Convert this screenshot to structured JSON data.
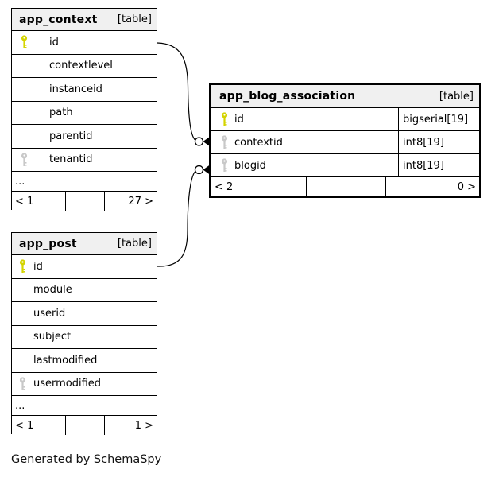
{
  "page": {
    "footer_note": "Generated by SchemaSpy"
  },
  "colors": {
    "primary_key": "#d4d400",
    "foreign_key": "#c8c8c8",
    "header_bg": "#f0f0f0",
    "border": "#000000",
    "background": "#ffffff"
  },
  "tables": {
    "app_context": {
      "name": "app_context",
      "badge": "[table]",
      "columns": [
        {
          "name": "id",
          "icon": "primary-key-icon"
        },
        {
          "name": "contextlevel"
        },
        {
          "name": "instanceid"
        },
        {
          "name": "path"
        },
        {
          "name": "parentid"
        },
        {
          "name": "tenantid",
          "icon": "foreign-key-icon"
        }
      ],
      "ellipsis": "...",
      "footer": {
        "children": "< 1",
        "parents": "27 >"
      }
    },
    "app_blog_association": {
      "name": "app_blog_association",
      "badge": "[table]",
      "columns": [
        {
          "name": "id",
          "type": "bigserial[19]",
          "icon": "primary-key-icon"
        },
        {
          "name": "contextid",
          "type": "int8[19]",
          "icon": "foreign-key-icon"
        },
        {
          "name": "blogid",
          "type": "int8[19]",
          "icon": "foreign-key-icon"
        }
      ],
      "footer": {
        "children": "< 2",
        "parents": "0 >"
      }
    },
    "app_post": {
      "name": "app_post",
      "badge": "[table]",
      "columns": [
        {
          "name": "id",
          "icon": "primary-key-icon"
        },
        {
          "name": "module"
        },
        {
          "name": "userid"
        },
        {
          "name": "subject"
        },
        {
          "name": "lastmodified"
        },
        {
          "name": "usermodified",
          "icon": "foreign-key-icon"
        }
      ],
      "ellipsis": "...",
      "footer": {
        "children": "< 1",
        "parents": "1 >"
      }
    }
  },
  "relationships": [
    {
      "from": "app_context.id",
      "to": "app_blog_association.contextid"
    },
    {
      "from": "app_post.id",
      "to": "app_blog_association.blogid"
    }
  ]
}
